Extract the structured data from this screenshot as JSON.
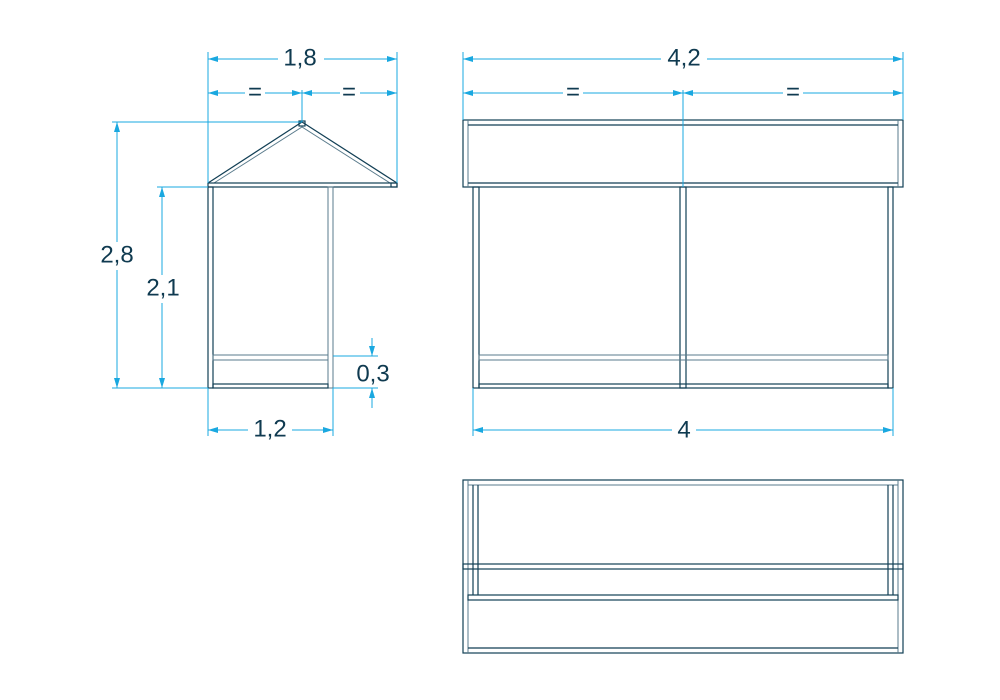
{
  "colors": {
    "drawing_line": "#123f55",
    "dimension_line": "#1aa8e0",
    "text": "#0f3a50"
  },
  "side_view": {
    "overall_width": "1,8",
    "half_left": "=",
    "half_right": "=",
    "overall_height": "2,8",
    "eave_height": "2,1",
    "rail_height": "0,3",
    "base_width": "1,2"
  },
  "front_view": {
    "overall_width": "4,2",
    "half_left": "=",
    "half_right": "=",
    "base_width": "4"
  }
}
